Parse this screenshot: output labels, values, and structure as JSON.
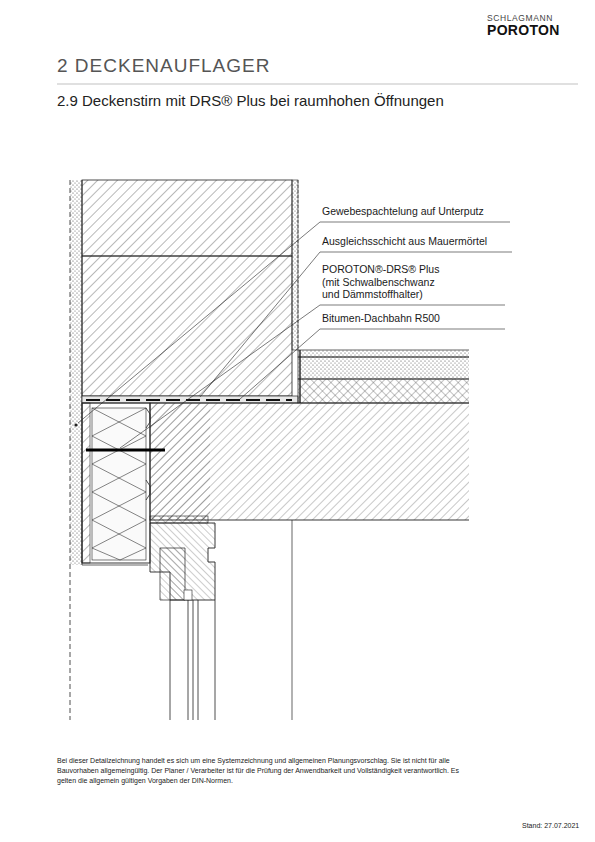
{
  "diagram": {
    "title": "2 DECKENAUFLAGER",
    "labels": [
      "SCHLAGMANN",
      "POROTON",
      "2.9 Deckenstirn mit DRS® Plus bei raumhohen Öffnungen",
      "Gewebespachtelung auf Unterputz",
      "Ausgleichsschicht aus Mauermörtel",
      "POROTON®-DRS® Plus (mit Schwalbenschwanz und Dämmstoffhalter)",
      "Bitumen-Dachbahn R500",
      "Bei dieser Detailzeichnung handelt es sich um eine Systemzeichnung und allgemeinen Planungsvorschlag. Sie ist nicht für alle Bauvorhaben allgemeingültig. Der Planer / Verarbeiter ist für die Prüfung der Anwendbarkeit und Vollständigkeit verantwortlich. Es gelten die allgemein gültigen Vorgaben der DIN-Normen.",
      "Stand: 27.07.2021"
    ]
  }
}
